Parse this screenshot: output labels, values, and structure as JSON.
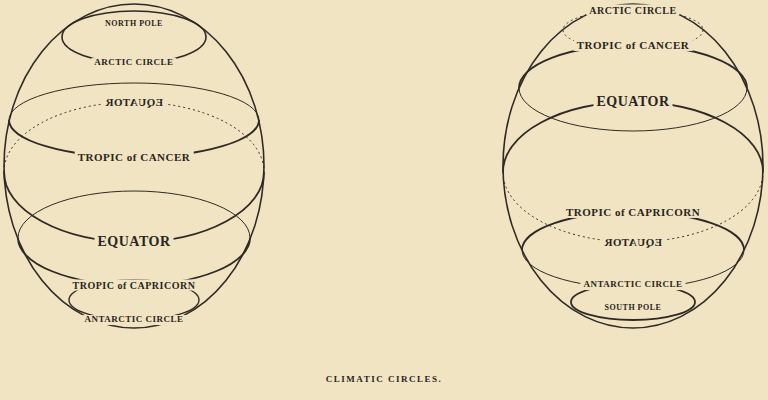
{
  "diagram": {
    "caption": "CLIMATIC CIRCLES.",
    "labels": [
      "NORTH POLE",
      "ARCTIC CIRCLE",
      "EQUATOR",
      "TROPIC of CANCER",
      "EQUATOR",
      "TROPIC of CAPRICORN",
      "ANTARCTIC CIRCLE",
      "ARCTIC CIRCLE",
      "TROPIC of CANCER",
      "EQUATOR",
      "TROPIC of CAPRICORN",
      "EQUATOR",
      "ANTARCTIC CIRCLE",
      "SOUTH POLE"
    ]
  }
}
